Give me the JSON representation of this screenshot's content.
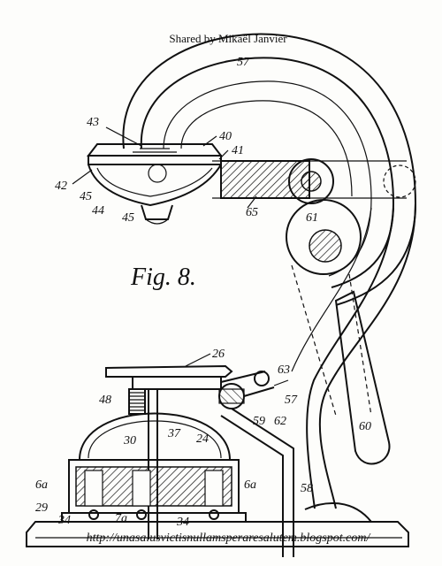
{
  "header": {
    "credit": "Shared by Mikaël Janvier"
  },
  "figure": {
    "title": "Fig. 8."
  },
  "footer": {
    "url": "http://unasalusvictisnullamsperaresalutem.blogspot.com/"
  },
  "labels": {
    "l57a": "57",
    "l43": "43",
    "l40": "40",
    "l41": "41",
    "l42": "42",
    "l45a": "45",
    "l44": "44",
    "l45b": "45",
    "l65": "65",
    "l61": "61",
    "l26": "26",
    "l63": "63",
    "l48": "48",
    "l57b": "57",
    "l59": "59",
    "l62": "62",
    "l60": "60",
    "l37": "37",
    "l24": "24",
    "l30": "30",
    "l6a_left": "6a",
    "l6a_right": "6a",
    "l29": "29",
    "l34a": "34",
    "l7a": "7a",
    "l34b": "34",
    "l58": "58"
  }
}
